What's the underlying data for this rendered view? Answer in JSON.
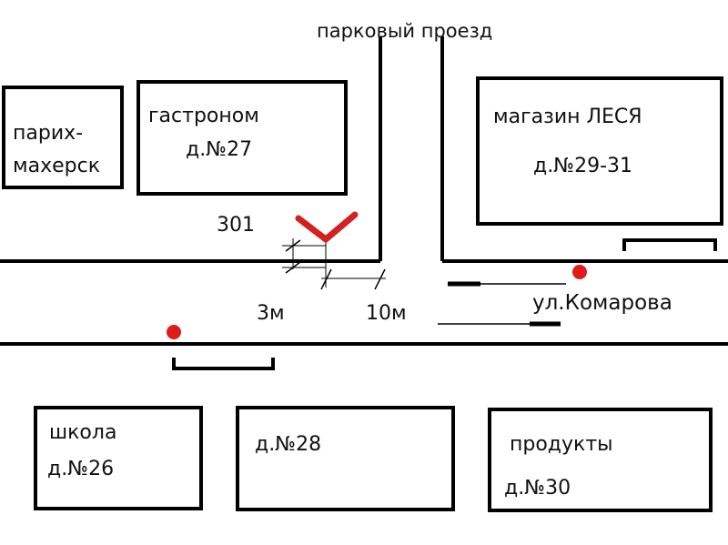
{
  "streets": {
    "north": "парковый проезд",
    "main": "ул.Комарова"
  },
  "buildings": {
    "barber_line1": "парих-",
    "barber_line2": "махерск",
    "gastronom_name": "гастроном",
    "gastronom_number": "д.№27",
    "lesya_name": "магазин ЛЕСЯ",
    "lesya_number": "д.№29-31",
    "school_name": "школа",
    "school_number": "д.№26",
    "house28_number": "д.№28",
    "produkty_name": "продукты",
    "produkty_number": "д.№30"
  },
  "annotations": {
    "site_number": "301",
    "dist_3m": "3м",
    "dist_10m": "10м"
  },
  "colors": {
    "ink": "#000000",
    "marker": "#e01b1b",
    "check": "#d42020"
  }
}
